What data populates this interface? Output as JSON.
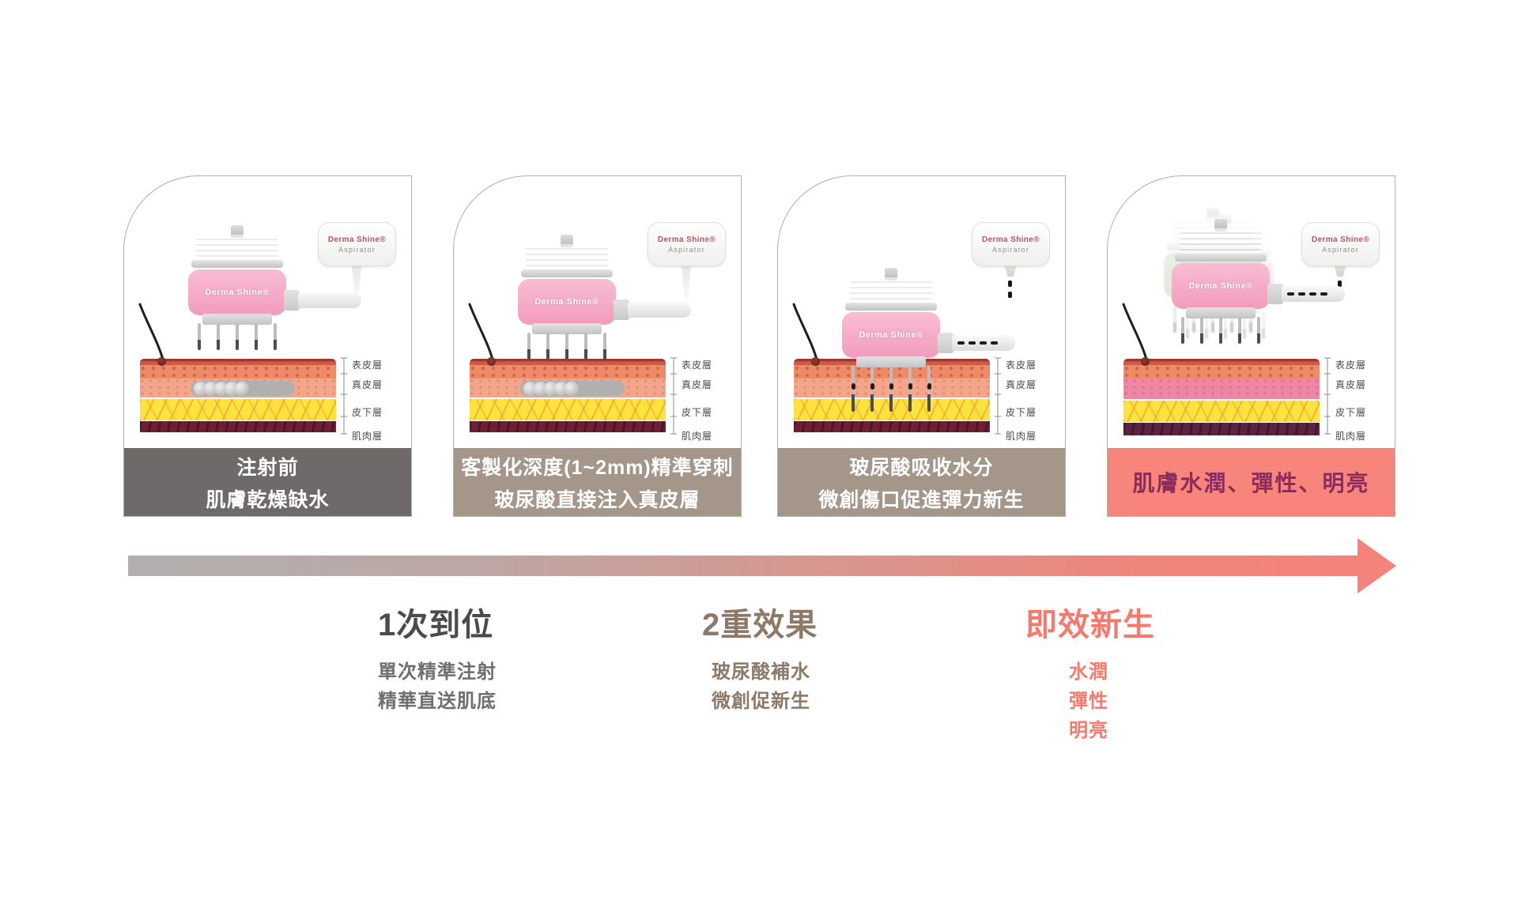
{
  "brand": {
    "name": "Derma Shine®",
    "device": "Aspirator"
  },
  "skin_layers": [
    "表皮層",
    "真皮層",
    "皮下層",
    "肌肉層"
  ],
  "panels": [
    {
      "stage": "before-injection",
      "caption_lines": [
        "注射前",
        "肌膚乾燥缺水"
      ],
      "caption_bg": "#6e6a6a",
      "caption_color": "#ffffff"
    },
    {
      "stage": "precise-puncture",
      "caption_lines": [
        "客製化深度(1~2mm)精準穿刺",
        "玻尿酸直接注入真皮層"
      ],
      "caption_bg": "#a5968a",
      "caption_color": "#ffffff"
    },
    {
      "stage": "absorption-regeneration",
      "caption_lines": [
        "玻尿酸吸收水分",
        "微創傷口促進彈力新生"
      ],
      "caption_bg": "#a5968a",
      "caption_color": "#ffffff"
    },
    {
      "stage": "result",
      "caption_lines": [
        "肌膚水潤、彈性、明亮"
      ],
      "caption_bg": "#f8857b",
      "caption_color": "#8a2c5e"
    }
  ],
  "benefits": [
    {
      "heading": "1次到位",
      "lines": [
        "單次精準注射",
        "精華直送肌底"
      ],
      "color": "#4c4a4a"
    },
    {
      "heading": "2重效果",
      "lines": [
        "玻尿酸補水",
        "微創促新生"
      ],
      "color": "#8c7968"
    },
    {
      "heading": "即效新生",
      "lines": [
        "水潤",
        "彈性",
        "明亮"
      ],
      "color": "#f5796d"
    }
  ],
  "colors": {
    "arrow_start": "#b2afaf",
    "arrow_end": "#f4837a",
    "band_pink": "#f29cbc",
    "skin_epidermis": "#ee8a67",
    "skin_dermis": "#f3a68c",
    "skin_dermis_hydrated": "#ee87a3",
    "skin_subcutaneous": "#ffe33d",
    "skin_muscle": "#6d1f33"
  }
}
